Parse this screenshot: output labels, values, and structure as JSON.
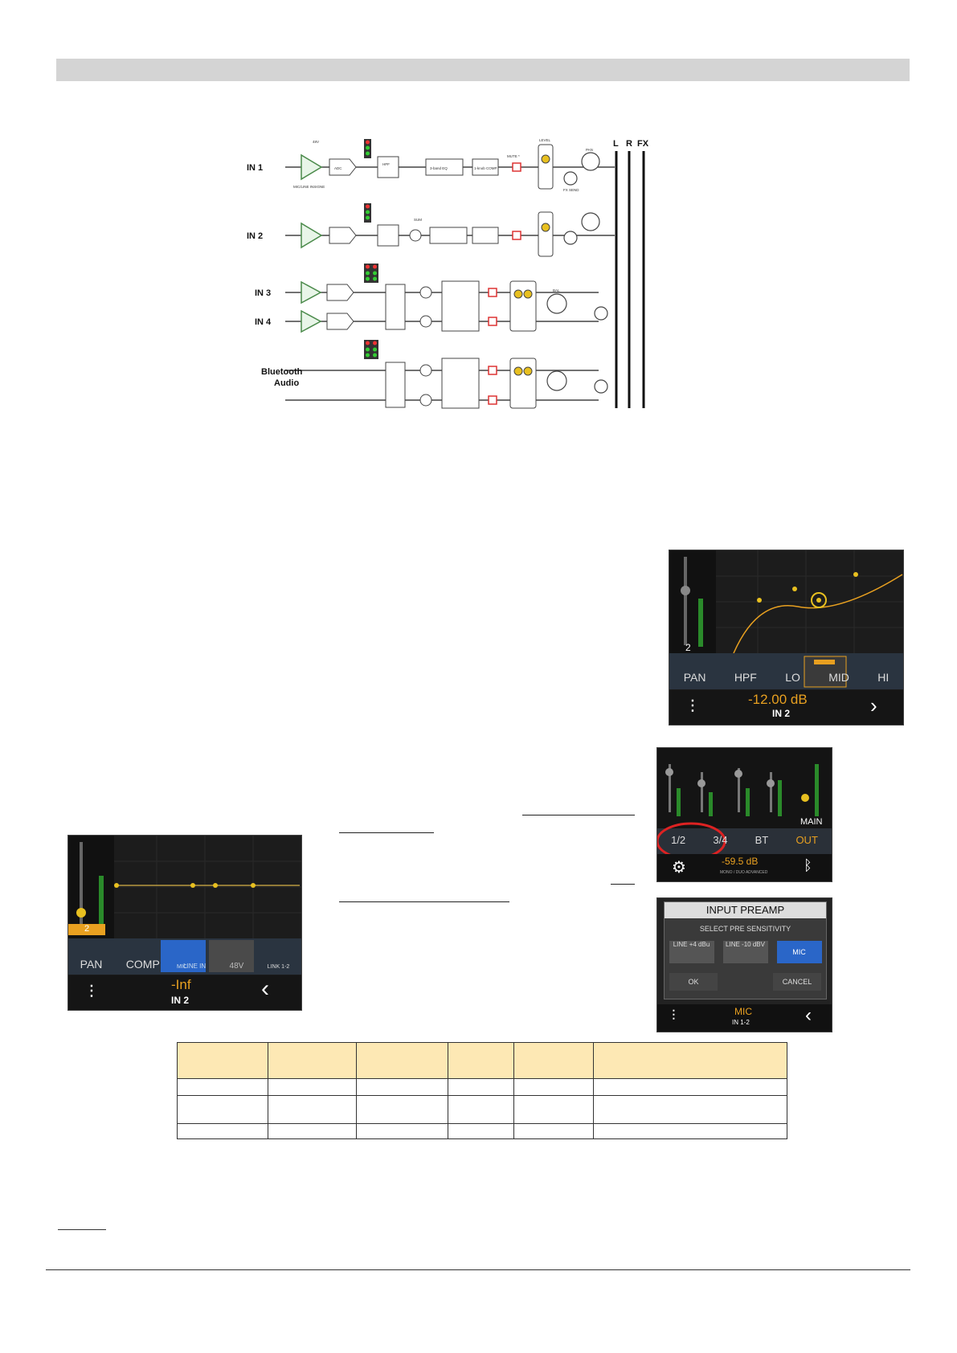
{
  "diagram": {
    "inputs": [
      "IN 1",
      "IN 2",
      "IN 3",
      "IN 4"
    ],
    "bluetooth": [
      "Bluetooth",
      "Audio"
    ],
    "buses": [
      "L",
      "R",
      "FX"
    ],
    "blocks": {
      "phantom": "48V",
      "adc": "ADC",
      "hpf": "HPF",
      "eq": "3-band EQ",
      "comp": "1-knob COMP",
      "mute": "MUTE *",
      "level": "LEVEL",
      "pan": "PAN",
      "fx_send": "FX SEND",
      "mic_line": "MIC/LINE INSIGNE",
      "sum": "SUM",
      "bal": "BAL"
    }
  },
  "shot_eq": {
    "channel_number": "2",
    "tabs": [
      "PAN",
      "HPF",
      "LO",
      "MID",
      "HI"
    ],
    "value": "-12.00 dB",
    "channel": "IN 2"
  },
  "shot_mixer": {
    "tabs": [
      "1/2",
      "3/4",
      "BT",
      "OUT"
    ],
    "main_label": "MAIN",
    "value": "-59.5 dB",
    "subvalue": "MONO / DUO ADVANCED"
  },
  "shot_preamp": {
    "title": "INPUT PREAMP",
    "subtitle": "SELECT PRE SENSITIVITY",
    "options": [
      "LINE +4 dBu",
      "LINE -10 dBV",
      "MIC"
    ],
    "ok": "OK",
    "cancel": "CANCEL",
    "bottom_value": "MIC",
    "bottom_channel": "IN 1-2"
  },
  "shot_input": {
    "channel_number": "2",
    "tabs": [
      "PAN",
      "COMP",
      "LINE IN",
      "48V",
      "LINK 1-2"
    ],
    "line_sub": "MIC",
    "value": "-Inf",
    "channel": "IN 2"
  },
  "colors": {
    "accent": "#f0b020",
    "selected": "#2a66c8",
    "header_cell": "#fde8b4"
  }
}
